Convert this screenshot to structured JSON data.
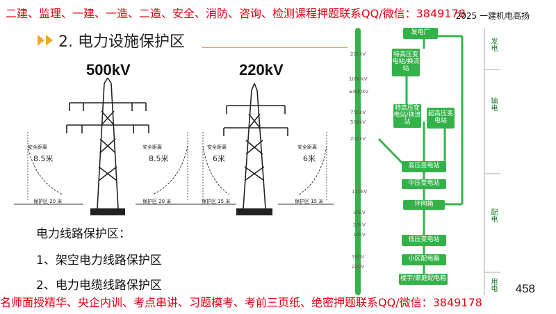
{
  "banners": {
    "top": "二建、监理、一建、一造、二造、安全、消防、咨询、检测课程押题联系QQ/微信：3849178",
    "bottom": "名师面授精华、央企内训、考点串讲、习题模考、考前三页纸、绝密押题联系QQ/微信：3849178"
  },
  "corner_label": "2025 一建机电高扬",
  "title": "2. 电力设施保护区",
  "towers": [
    {
      "voltage": "500kV",
      "left": {
        "label": "安全距离",
        "distance": "8.5米",
        "zone": "保护区 20 米"
      },
      "right": {
        "label": "安全距离",
        "distance": "8.5米",
        "zone": "保护区 20 米"
      }
    },
    {
      "voltage": "220kV",
      "left": {
        "label": "安全距离",
        "distance": "6米",
        "zone": "保护区 15 米"
      },
      "right": {
        "label": "安全距离",
        "distance": "6米",
        "zone": "保护区 15 米"
      }
    }
  ],
  "text_lines": {
    "heading": "电力线路保护区：",
    "item1": "1、架空电力线路保护区",
    "item2": "2、电力电缆线路保护区"
  },
  "page_number": "458",
  "flow": {
    "boxes": {
      "b1": "发电厂",
      "b2": "特高压变电站/换流站",
      "b3": "特高压变电站/换流站",
      "b4": "超高压变电站",
      "b5": "高压变电站",
      "b6": "中压变电站",
      "b7": "环网箱",
      "b8": "低压变电站",
      "b9": "小区配电箱",
      "b10": "楼宇/家庭配电箱"
    },
    "side_labels": {
      "s1": "发电",
      "s2": "输电",
      "s3": "配电",
      "s4": "用电"
    },
    "kv_labels": {
      "k1": "220kV",
      "k2": "1000kV",
      "k3": "±800kV",
      "k4": "750kV",
      "k5": "500kV",
      "k6": "220kV",
      "k7": "110kV",
      "k8": "35kV",
      "k9": "20kV",
      "k10": "10kV",
      "k11": "380V",
      "k12": "220V"
    }
  },
  "colors": {
    "accent": "#f5a623",
    "flow_green": "#34b24a",
    "banner_red": "#e60012"
  }
}
